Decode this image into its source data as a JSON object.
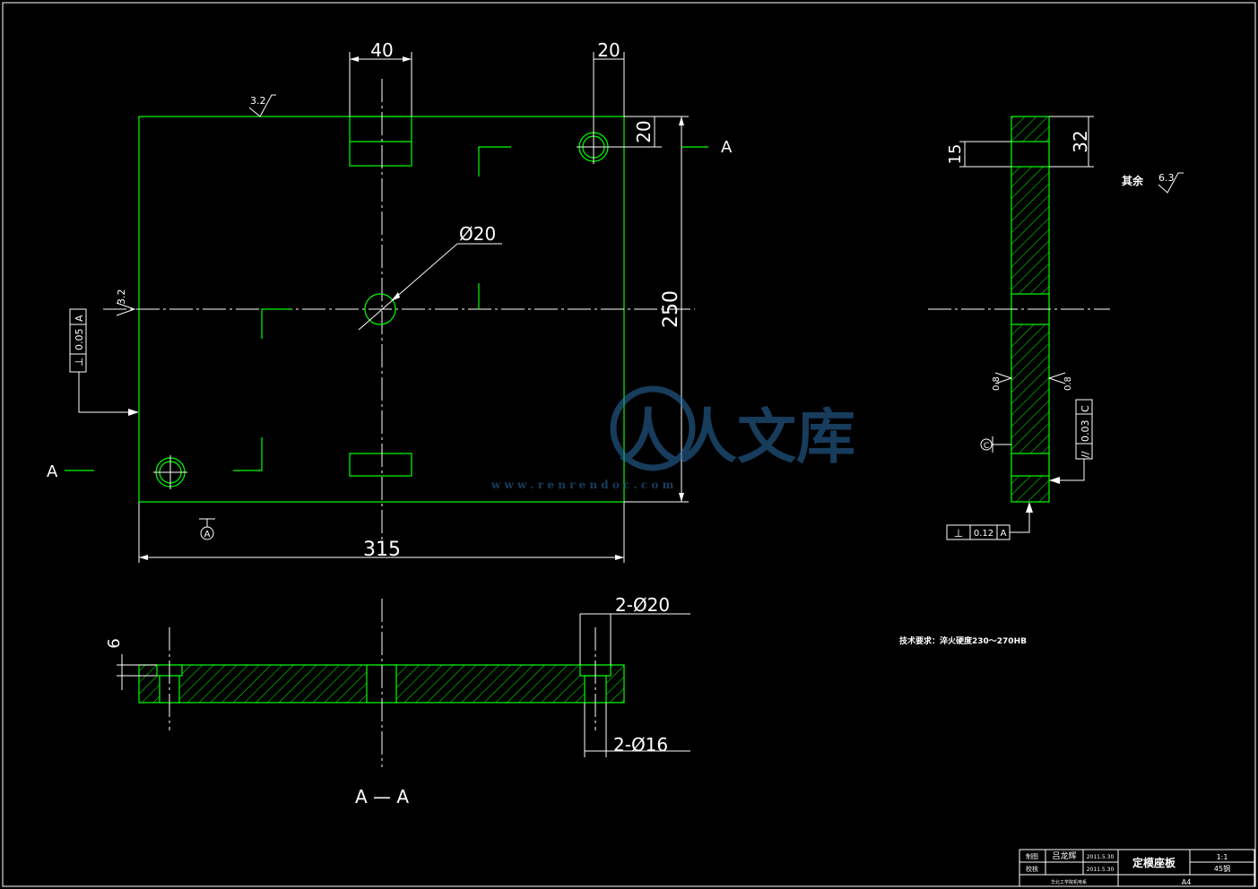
{
  "drawing": {
    "top_view": {
      "dim_width": "40",
      "dim_edge_offset": "20",
      "dim_edge_offset_vert": "20",
      "dim_hole": "Ø20",
      "dim_height": "250",
      "dim_length": "315",
      "roughness_top": "3.2",
      "roughness_left": "3.2",
      "section_marker": "A",
      "datum_bottom": "A",
      "tolerance_left": {
        "symbol": "⊥",
        "value": "0.05",
        "datum": "A"
      }
    },
    "side_view": {
      "dim_thickness": "32",
      "dim_recess": "15",
      "roughness_rest_label": "其余",
      "roughness_rest_value": "6.3",
      "roughness_left": "0.8",
      "roughness_right": "0.8",
      "datum_c": "C",
      "tolerance_right": {
        "symbol": "//",
        "value": "0.03",
        "datum": "C"
      },
      "tolerance_bottom": {
        "symbol": "⊥",
        "value": "0.12",
        "datum": "A"
      }
    },
    "section_view": {
      "dim_depth": "6",
      "dim_counterbore": "2-Ø20",
      "dim_hole": "2-Ø16",
      "title": "A — A"
    },
    "tech_requirements": "技术要求：淬火硬度230～270HB"
  },
  "watermark": {
    "text": "人人文库",
    "url": "w w w . r e n r e n d o c . c o m"
  },
  "title_block": {
    "row1_label": "制图",
    "row1_name": "吕龙辉",
    "row1_date": "2011.5.30",
    "row2_label": "校核",
    "row2_date": "2011.5.30",
    "part_name": "定模座板",
    "scale": "1:1",
    "material": "45钢",
    "school": "华北工学院机电系",
    "sheet": "A4"
  },
  "colors": {
    "line": "#00ff00",
    "annotation": "#ffffff",
    "background": "#000000"
  }
}
